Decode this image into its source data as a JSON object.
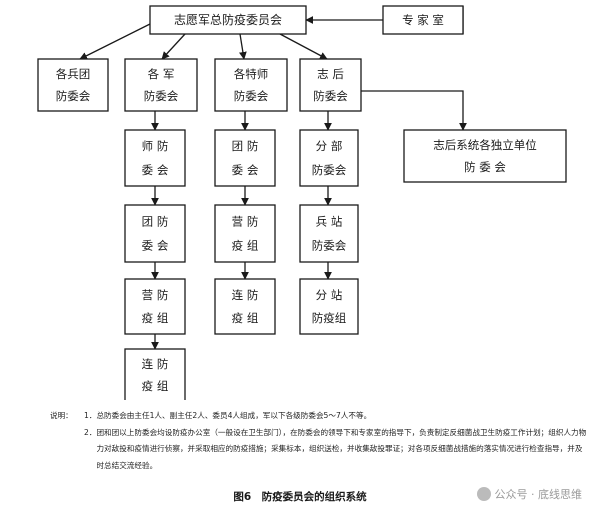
{
  "nodes": {
    "root": {
      "lines": [
        "志愿军总防疫委员会"
      ]
    },
    "expert": {
      "lines": [
        "专 家 室"
      ]
    },
    "corps": {
      "lines": [
        "各兵团",
        "防委会"
      ]
    },
    "army": {
      "lines": [
        "各 军",
        "防委会"
      ]
    },
    "special_div": {
      "lines": [
        "各特师",
        "防委会"
      ]
    },
    "rear": {
      "lines": [
        "志 后",
        "防委会"
      ]
    },
    "rear_units": {
      "lines": [
        "志后系统各独立单位",
        "防 委 会"
      ]
    },
    "division": {
      "lines": [
        "师 防",
        "委 会"
      ]
    },
    "regiment_a": {
      "lines": [
        "团 防",
        "委 会"
      ]
    },
    "branch": {
      "lines": [
        "分 部",
        "防委会"
      ]
    },
    "regiment_b": {
      "lines": [
        "团 防",
        "委 会"
      ]
    },
    "battalion_a": {
      "lines": [
        "营 防",
        "疫 组"
      ]
    },
    "station": {
      "lines": [
        "兵 站",
        "防委会"
      ]
    },
    "battalion_b": {
      "lines": [
        "营 防",
        "疫 组"
      ]
    },
    "company_a": {
      "lines": [
        "连 防",
        "疫 组"
      ]
    },
    "sub_station": {
      "lines": [
        "分 站",
        "防疫组"
      ]
    },
    "company_b": {
      "lines": [
        "连 防",
        "疫 组"
      ]
    }
  },
  "notes": {
    "prefix": "说明：",
    "items": [
      {
        "num": "1．",
        "text": "总防委会由主任1人、副主任2人、委员4人组成，军以下各级防委会5～7人不等。"
      },
      {
        "num": "2．",
        "text": "团和团以上防委会均设防疫办公室（一般设在卫生部门），在防委会的领导下和专家室的指导下，负责制定反细菌战卫生防疫工作计划；组织人力物力对敌投和疫情进行侦察，并采取相应的防疫措施；采集标本，组织送检，并收集敌投罪证；对各项反细菌战措施的落实情况进行检查指导，并及时总结交流经验。"
      }
    ]
  },
  "caption": "图6　防疫委员会的组织系统",
  "watermark": "公众号 · 底线思维"
}
